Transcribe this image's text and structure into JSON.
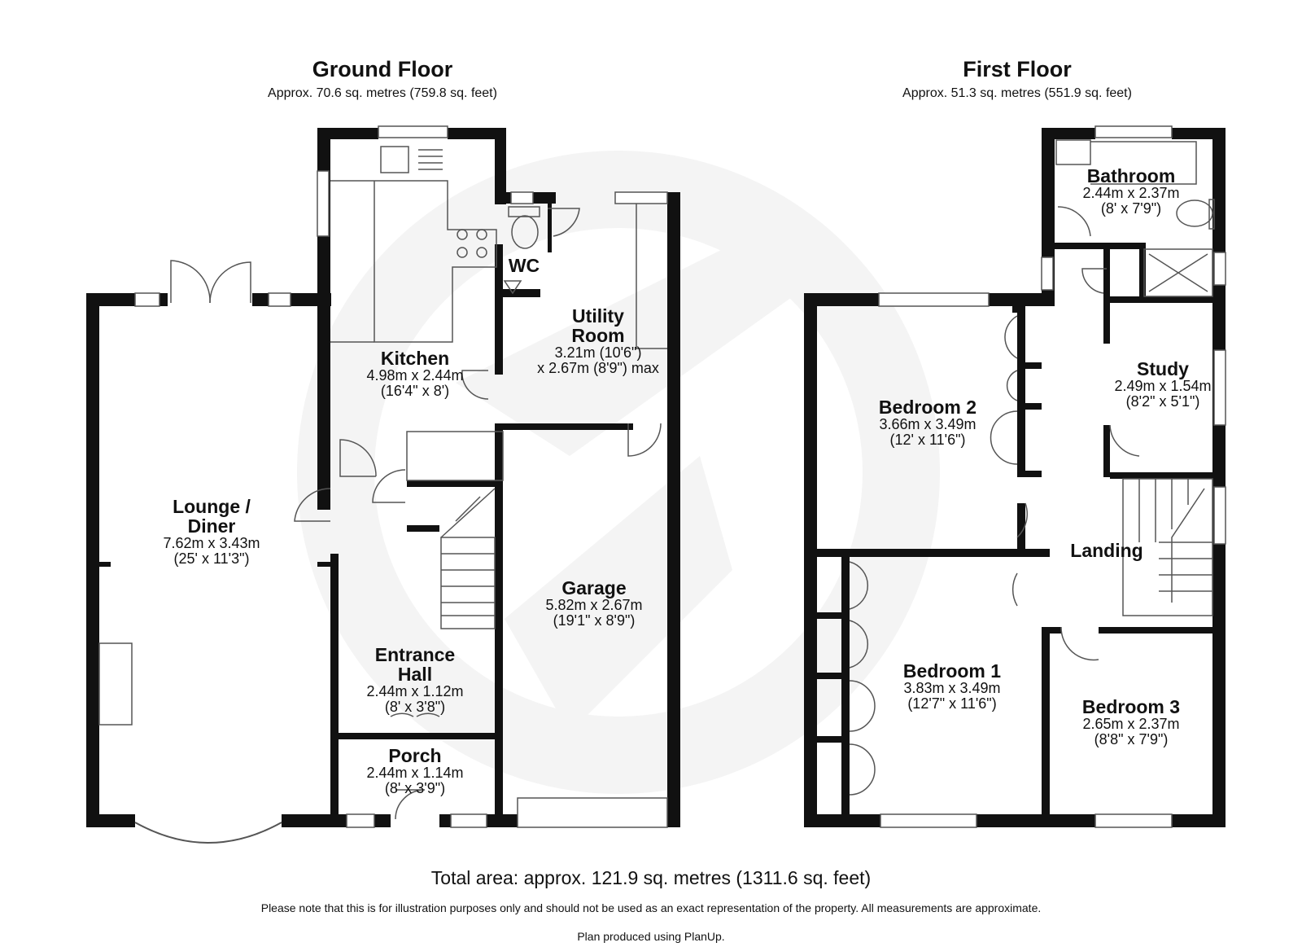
{
  "floors": {
    "ground": {
      "title": "Ground Floor",
      "subtitle": "Approx. 70.6 sq. metres (759.8 sq. feet)"
    },
    "first": {
      "title": "First Floor",
      "subtitle": "Approx. 51.3 sq. metres (551.9 sq. feet)"
    }
  },
  "rooms": {
    "lounge": {
      "name_line1": "Lounge /",
      "name_line2": "Diner",
      "dims_m": "7.62m x 3.43m",
      "dims_ft": "(25' x 11'3\")"
    },
    "kitchen": {
      "name": "Kitchen",
      "dims_m": "4.98m x 2.44m",
      "dims_ft": "(16'4\" x 8')"
    },
    "wc": {
      "name": "WC"
    },
    "utility": {
      "name_line1": "Utility",
      "name_line2": "Room",
      "dims_m": "3.21m (10'6\")",
      "dims_ft": "x 2.67m (8'9\") max"
    },
    "garage": {
      "name": "Garage",
      "dims_m": "5.82m x 2.67m",
      "dims_ft": "(19'1\" x 8'9\")"
    },
    "hall": {
      "name_line1": "Entrance",
      "name_line2": "Hall",
      "dims_m": "2.44m x 1.12m",
      "dims_ft": "(8' x 3'8\")"
    },
    "porch": {
      "name": "Porch",
      "dims_m": "2.44m x 1.14m",
      "dims_ft": "(8' x 3'9\")"
    },
    "bathroom": {
      "name": "Bathroom",
      "dims_m": "2.44m x 2.37m",
      "dims_ft": "(8' x 7'9\")"
    },
    "bedroom2": {
      "name": "Bedroom 2",
      "dims_m": "3.66m x 3.49m",
      "dims_ft": "(12' x 11'6\")"
    },
    "study": {
      "name": "Study",
      "dims_m": "2.49m x 1.54m",
      "dims_ft": "(8'2\" x 5'1\")"
    },
    "landing": {
      "name": "Landing"
    },
    "bedroom1": {
      "name": "Bedroom 1",
      "dims_m": "3.83m x 3.49m",
      "dims_ft": "(12'7\" x 11'6\")"
    },
    "bedroom3": {
      "name": "Bedroom 3",
      "dims_m": "2.65m x 2.37m",
      "dims_ft": "(8'8\" x 7'9\")"
    }
  },
  "footer": {
    "total": "Total area: approx. 121.9 sq. metres (1311.6 sq. feet)",
    "note": "Please note that this is for illustration purposes only and should not be used as an exact representation of the property. All measurements are approximate.",
    "credit": "Plan produced using PlanUp."
  },
  "colors": {
    "wall": "#111111",
    "line": "#555555",
    "watermark": "#f1f1f1"
  }
}
